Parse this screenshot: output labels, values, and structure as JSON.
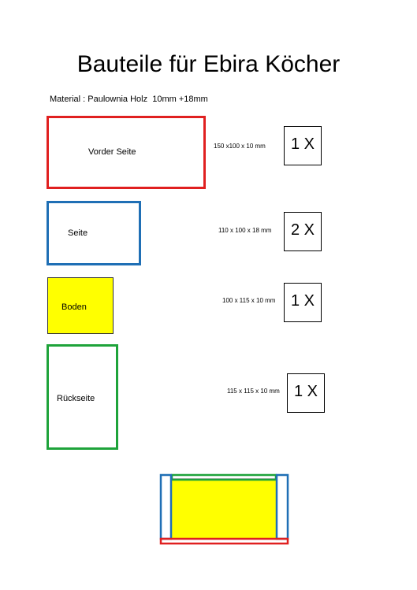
{
  "title": "Bauteile für Ebira Köcher",
  "material": "Material : Paulownia Holz  10mm +18mm",
  "colors": {
    "red": "#e02020",
    "blue": "#1f6fb5",
    "yellow": "#ffff00",
    "green": "#1ea33a",
    "border_dark": "#333333"
  },
  "parts": [
    {
      "label": "Vorder Seite",
      "dimensions": "150 x100 x 10 mm",
      "quantity": "1 X",
      "color": "red"
    },
    {
      "label": "Seite",
      "dimensions": "110 x 100 x 18 mm",
      "quantity": "2 X",
      "color": "blue"
    },
    {
      "label": "Boden",
      "dimensions": "100 x 115 x 10  mm",
      "quantity": "1 X",
      "color": "yellow"
    },
    {
      "label": "Rückseite",
      "dimensions": "115 x 115 x 10 mm",
      "quantity": "1 X",
      "color": "green"
    }
  ]
}
